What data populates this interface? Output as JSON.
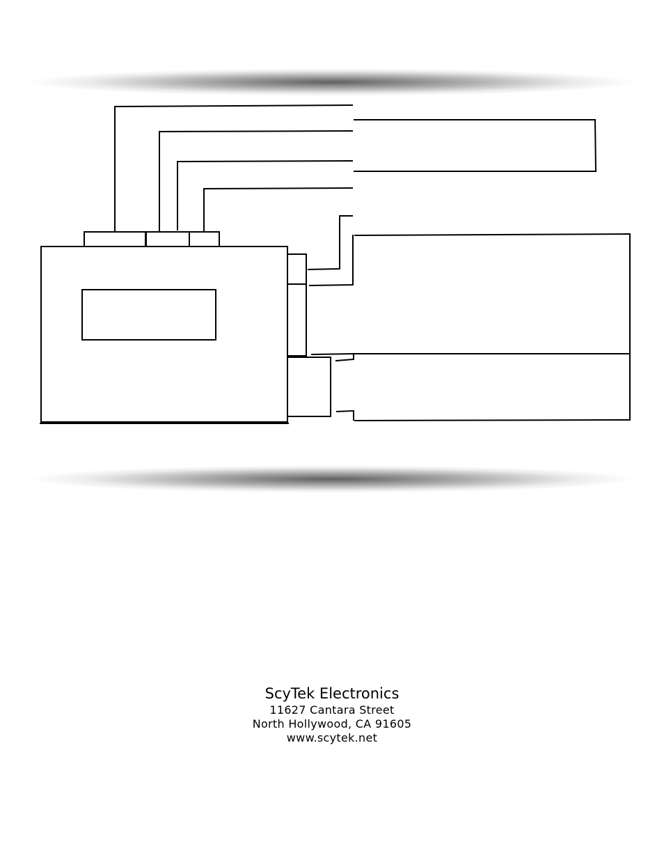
{
  "footer": {
    "company": "ScyTek Electronics",
    "street": "11627 Cantara Street",
    "city": "North Hollywood, CA 91605",
    "website": "www.scytek.net"
  },
  "colors": {
    "line": "#000000",
    "background": "#ffffff",
    "shadow": "#5a5a5a"
  }
}
